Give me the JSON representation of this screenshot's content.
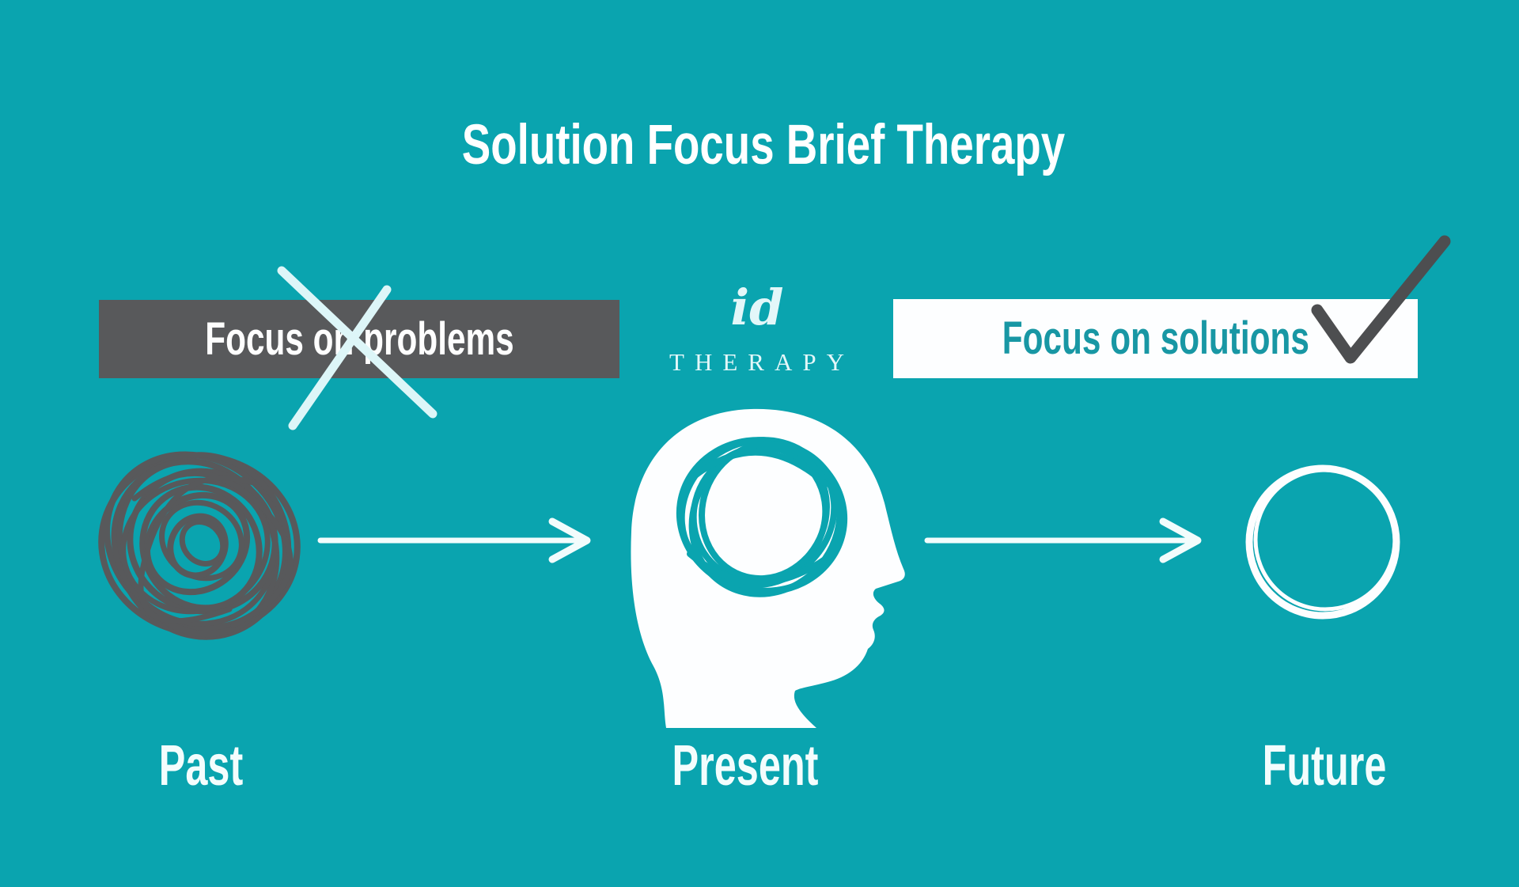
{
  "title": "Solution Focus Brief Therapy",
  "logo": {
    "script": "id",
    "word": "THERAPY"
  },
  "comparison": {
    "problems": {
      "label": "Focus on problems",
      "mark": "cross-mark",
      "panel_color": "#58595b",
      "text_color": "#fefefe"
    },
    "solutions": {
      "label": "Focus on solutions",
      "mark": "check-mark",
      "panel_color": "#fdfeff",
      "text_color": "#1897a4"
    }
  },
  "timeline": {
    "stages": [
      {
        "id": "past",
        "label": "Past",
        "icon": "tangled-scribble-icon"
      },
      {
        "id": "present",
        "label": "Present",
        "icon": "head-with-scribble-brain-icon"
      },
      {
        "id": "future",
        "label": "Future",
        "icon": "clear-circle-icon"
      }
    ],
    "connectors": [
      "arrow-right-icon",
      "arrow-right-icon"
    ]
  },
  "colors": {
    "background": "#0aa4af",
    "panel_gray": "#58595b",
    "panel_white": "#fdfeff",
    "teal_text": "#1897a4",
    "scribble_gray": "#58595b",
    "check_dark": "#4d4e50",
    "mark_white": "#e9fbfc"
  }
}
